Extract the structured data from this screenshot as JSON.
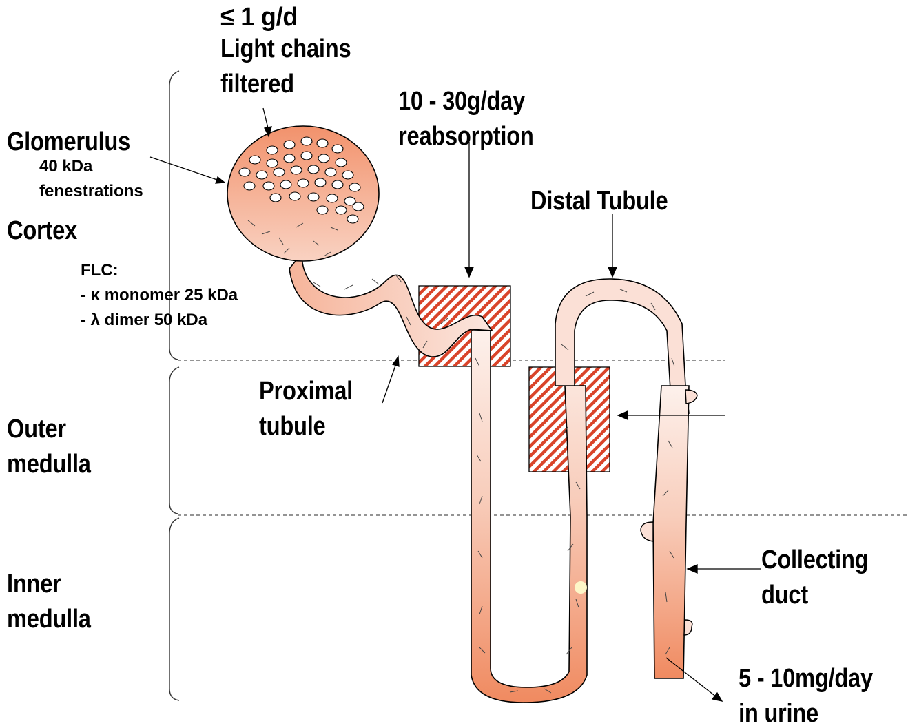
{
  "zones": {
    "cortex": "Cortex",
    "outer_medulla": [
      "Outer",
      "medulla"
    ],
    "inner_medulla": [
      "Inner",
      "medulla"
    ]
  },
  "glomerulus": {
    "title": "Glomerulus",
    "note": [
      "40 kDa",
      "fenestrations"
    ]
  },
  "filtered": {
    "amount": "≤ 1 g/d",
    "text": [
      "Light chains",
      "filtered"
    ]
  },
  "reabsorption": [
    "10 - 30g/day",
    "reabsorption"
  ],
  "distal_tubule": "Distal Tubule",
  "proximal_tubule": [
    "Proximal",
    "tubule"
  ],
  "collecting_duct": [
    "Collecting",
    "duct"
  ],
  "urine": [
    "5 - 10mg/day",
    "in urine"
  ],
  "flc": {
    "title": "FLC:",
    "items": [
      "- κ monomer 25 kDa",
      "- λ dimer 50 kDa"
    ]
  },
  "colors": {
    "tubule_light": "#fbe4dc",
    "tubule_dark": "#f2916c",
    "hatch": "#d9442a",
    "outline": "#000000"
  }
}
